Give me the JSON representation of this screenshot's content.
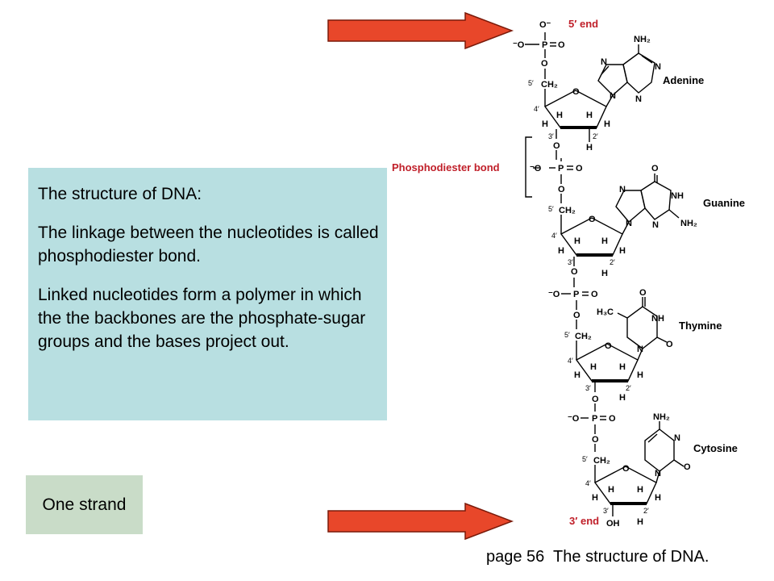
{
  "textbox": {
    "title": "The structure of DNA:",
    "para1": "The linkage between the nucleotides is called phosphodiester bond.",
    "para2": "Linked nucleotides form a polymer in which the the backbones are the phosphate-sugar groups and the bases project out."
  },
  "strand_label": "One strand",
  "caption": "page 56  The structure of DNA.",
  "arrow_color": "#e8472a",
  "diagram": {
    "five_prime_end": "5′ end",
    "three_prime_end": "3′ end",
    "phosphodiester_bond": "Phosphodiester bond",
    "bases": [
      "Adenine",
      "Guanine",
      "Thymine",
      "Cytosine"
    ],
    "atoms": {
      "o_minus_sup": "O⁻",
      "minus_o": "⁻O",
      "p": "P",
      "o": "O",
      "ch2": "CH₂",
      "h": "H",
      "oh": "OH",
      "n": "N",
      "nh": "NH",
      "nh2": "NH₂",
      "h3c": "H₃C",
      "prime5": "5′",
      "prime4": "4′",
      "prime3": "3′",
      "prime2": "2′"
    }
  }
}
